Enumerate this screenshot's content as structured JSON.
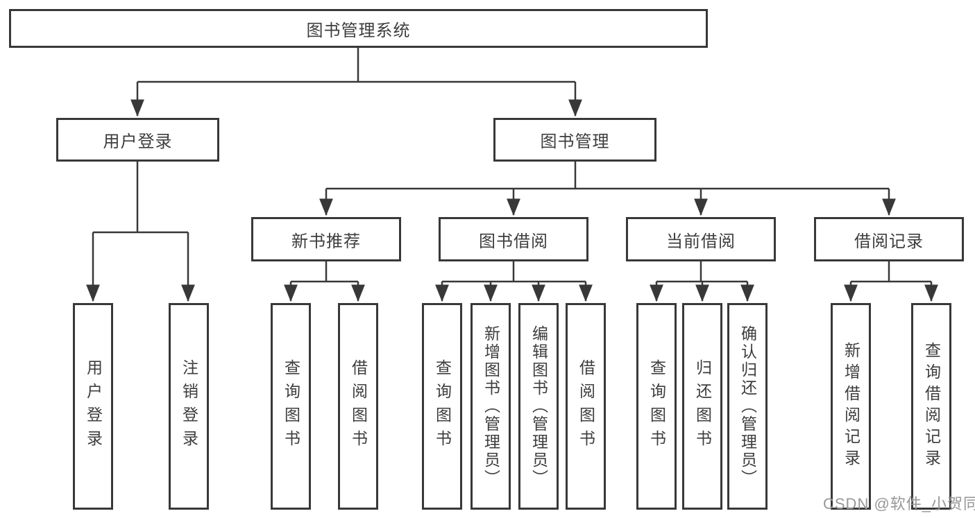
{
  "tree": {
    "root": "图书管理系统",
    "branches": [
      {
        "label": "用户登录",
        "children": [
          "用户登录",
          "注销登录"
        ]
      },
      {
        "label": "图书管理",
        "groups": [
          {
            "label": "新书推荐",
            "children": [
              "查询图书",
              "借阅图书"
            ]
          },
          {
            "label": "图书借阅",
            "children": [
              "查询图书",
              "新增图书（管理员）",
              "编辑图书（管理员）",
              "借阅图书"
            ]
          },
          {
            "label": "当前借阅",
            "children": [
              "查询图书",
              "归还图书",
              "确认归还（管理员）"
            ]
          },
          {
            "label": "借阅记录",
            "children": [
              "新增借阅记录",
              "查询借阅记录"
            ]
          }
        ]
      }
    ]
  },
  "watermark": "CSDN @软件_小贺同学",
  "colors": {
    "line": "#383838",
    "text": "#3d3d3d",
    "background": "#ffffff",
    "watermark": "#979797"
  }
}
